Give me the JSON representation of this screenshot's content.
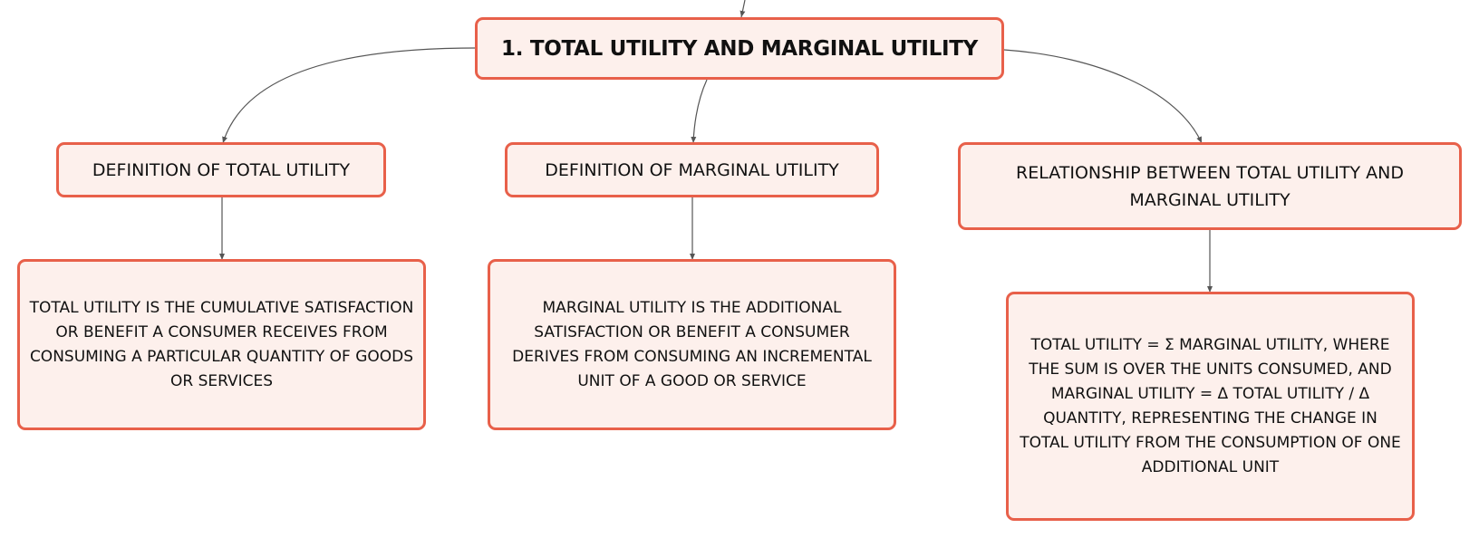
{
  "root": {
    "title": "1. TOTAL UTILITY AND MARGINAL UTILITY"
  },
  "branches": [
    {
      "heading": "DEFINITION OF TOTAL UTILITY",
      "detail": "TOTAL UTILITY IS THE CUMULATIVE SATISFACTION OR BENEFIT A CONSUMER RECEIVES FROM CONSUMING A PARTICULAR QUANTITY OF GOODS OR SERVICES"
    },
    {
      "heading": "DEFINITION OF MARGINAL UTILITY",
      "detail": "MARGINAL UTILITY IS THE ADDITIONAL SATISFACTION OR BENEFIT A CONSUMER DERIVES FROM CONSUMING AN INCREMENTAL UNIT OF A GOOD OR SERVICE"
    },
    {
      "heading": "RELATIONSHIP BETWEEN TOTAL UTILITY AND MARGINAL UTILITY",
      "detail": "TOTAL UTILITY = Σ MARGINAL UTILITY, WHERE THE SUM IS OVER THE UNITS CONSUMED, AND MARGINAL UTILITY = Δ TOTAL UTILITY / Δ QUANTITY, REPRESENTING THE CHANGE IN TOTAL UTILITY FROM THE CONSUMPTION OF ONE ADDITIONAL UNIT"
    }
  ],
  "colors": {
    "node_border": "#e8604a",
    "node_fill": "#fdf0ec",
    "connector": "#555555",
    "text": "#111111"
  }
}
